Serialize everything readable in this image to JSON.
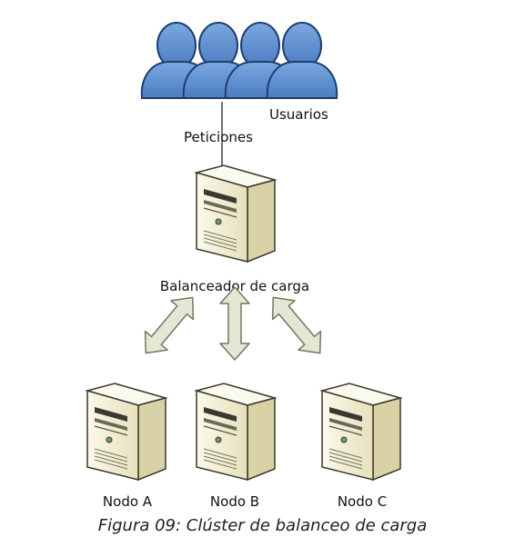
{
  "labels": {
    "users": "Usuarios",
    "requests": "Peticiones",
    "balancer": "Balanceador de carga",
    "node_a": "Nodo A",
    "node_b": "Nodo B",
    "node_c": "Nodo C"
  },
  "caption": "Figura 09: Clúster de balanceo de carga",
  "colors": {
    "user_fill": "#5b8fd0",
    "user_stroke": "#1f3f6e",
    "server_front": "#f4f1dc",
    "server_side": "#d8d2a6",
    "server_top": "#fbfaee",
    "arrow_fill": "#e3e8d4",
    "arrow_stroke": "#6f7a5e"
  },
  "icons": {
    "users": "users-group-icon",
    "server": "server-tower-icon",
    "arrow": "double-arrow-icon"
  }
}
